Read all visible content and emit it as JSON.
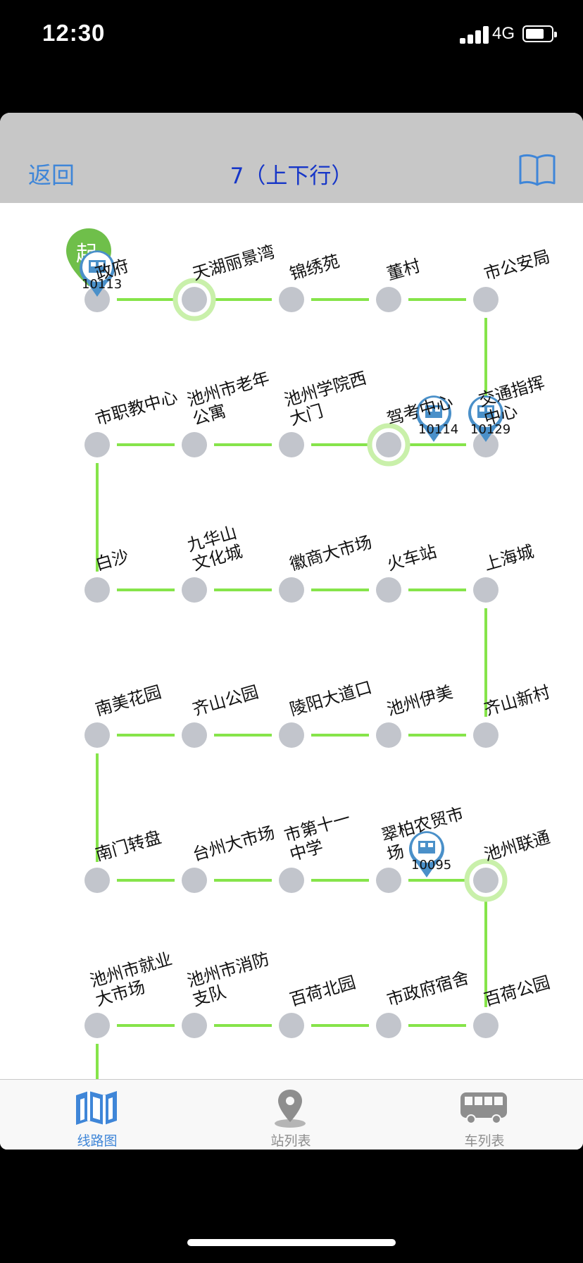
{
  "status": {
    "time": "12:30",
    "network": "4G"
  },
  "nav": {
    "back": "返回",
    "title": "7（上下行）",
    "book_icon": "book-icon"
  },
  "route": {
    "line_color": "#86e44a",
    "station_color": "#c2c5cc",
    "rows": [
      [
        "政府",
        "天湖丽景湾",
        "锦绣苑",
        "董村",
        "市公安局"
      ],
      [
        "市职教中心",
        "池州市老年\n公寓",
        "池州学院西\n大门",
        "驾考中心",
        "交通指挥\n中心"
      ],
      [
        "白沙",
        "九华山\n文化城",
        "徽商大市场",
        "火车站",
        "上海城"
      ],
      [
        "南美花园",
        "齐山公园",
        "陵阳大道口",
        "池州伊美",
        "齐山新村"
      ],
      [
        "南门转盘",
        "台州大市场",
        "市第十一\n中学",
        "翠柏农贸市\n场",
        "池州联通"
      ],
      [
        "池州市就业\n大市场",
        "池州市消防\n支队",
        "百荷北园",
        "市政府宿舍",
        "百荷公园"
      ]
    ],
    "start_badge": "起",
    "buses": [
      "10113",
      "10114",
      "10129",
      "10095"
    ]
  },
  "tabs": [
    {
      "label": "线路图",
      "icon": "map-icon",
      "active": true
    },
    {
      "label": "站列表",
      "icon": "location-pin-icon",
      "active": false
    },
    {
      "label": "车列表",
      "icon": "bus-icon",
      "active": false
    }
  ],
  "colors": {
    "accent": "#3f86d8",
    "title": "#1636c8",
    "inactive": "#8e8e8e",
    "bus_marker": "#4a90c9",
    "start_marker": "#6fbf4a"
  }
}
